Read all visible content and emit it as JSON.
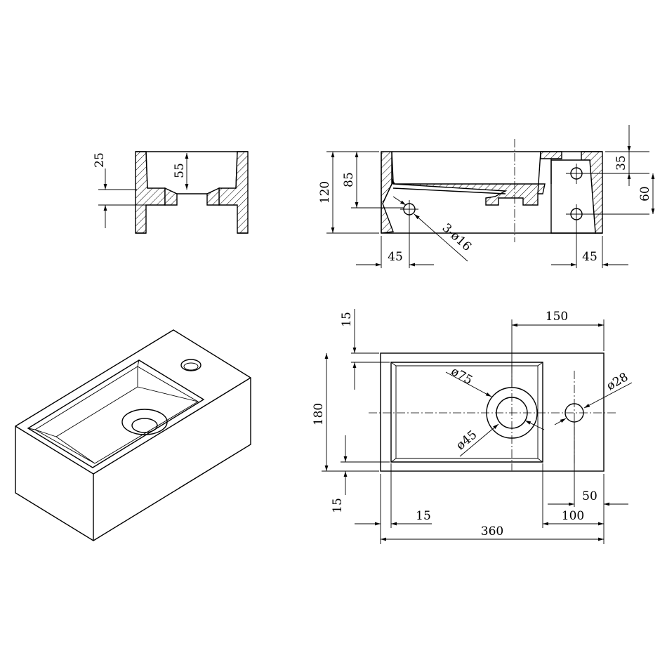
{
  "dimensions": {
    "side_top_rim": "25",
    "side_basin_depth": "55",
    "front_height_total": "120",
    "front_height_inner": "85",
    "front_overflow_offset": "35",
    "front_tap_spacing": "60",
    "front_holes_note": "3-ø16",
    "front_left_offset": "45",
    "front_right_offset": "45",
    "plan_top_wall": "15",
    "plan_drain_offset": "150",
    "plan_drain_outer": "ø75",
    "plan_tap_hole": "ø28",
    "plan_depth": "180",
    "plan_drain_inner": "ø45",
    "plan_bottom_wall": "15",
    "plan_side_wall": "15",
    "plan_tap_offset": "50",
    "plan_tap_to_edge": "100",
    "plan_length": "360"
  }
}
